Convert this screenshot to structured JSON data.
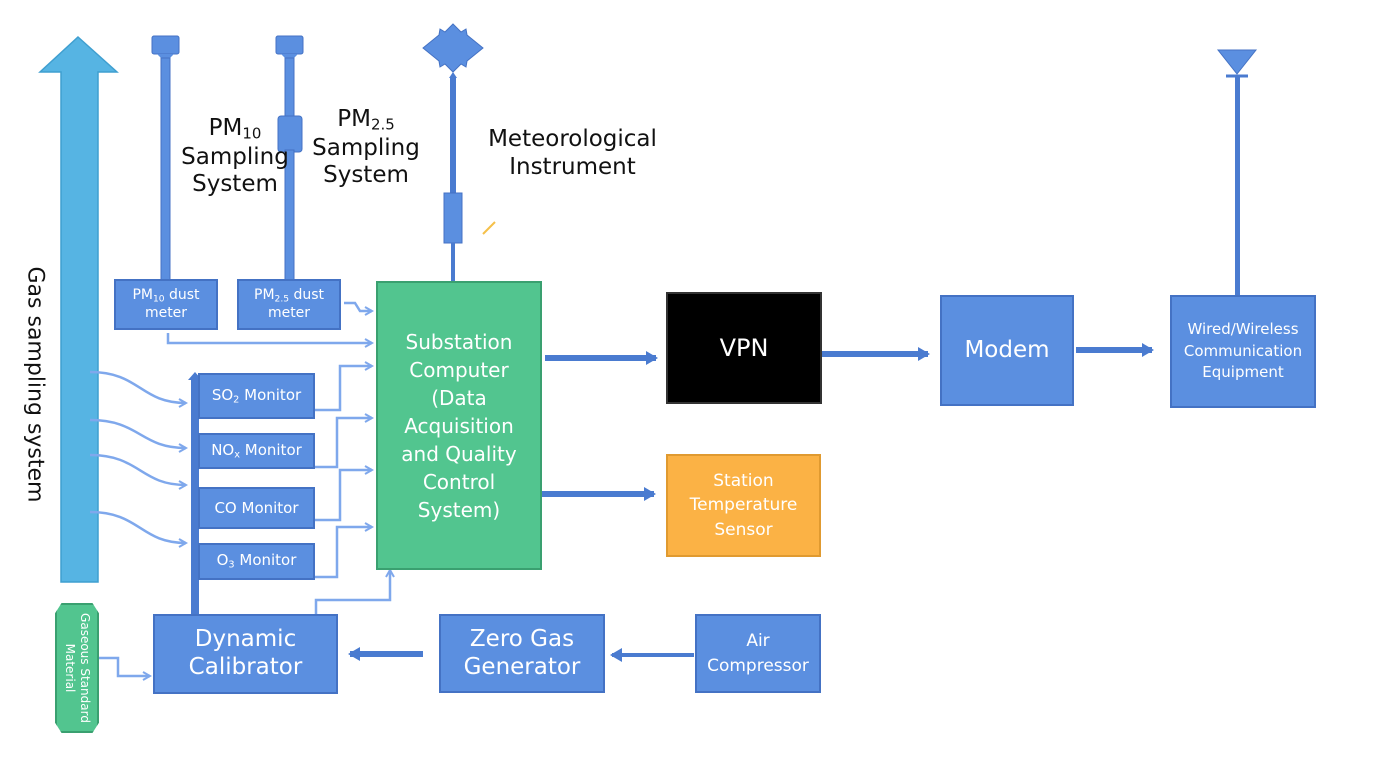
{
  "colors": {
    "block_blue": "#5b8fe0",
    "block_border": "#4472c4",
    "computer_green": "#52c58f",
    "vpn_black": "#000000",
    "sensor_orange": "#fbb245",
    "gas_arrow": "#56b4e3",
    "connector_light": "#7fa8ec",
    "connector_dark": "#4a7bd0"
  },
  "labels": {
    "gas_sampling_system": "Gas sampling system",
    "pm10_sampling": {
      "prefix": "PM",
      "sub": "10",
      "line2": "Sampling",
      "line3": "System"
    },
    "pm25_sampling": {
      "prefix": "PM",
      "sub": "2.5",
      "line2": "Sampling",
      "line3": "System"
    },
    "meteorological": {
      "line1": "Meteorological",
      "line2": "Instrument"
    }
  },
  "blocks": {
    "pm10_meter": {
      "prefix": "PM",
      "sub": "10",
      "suffix": " dust",
      "line2": "meter"
    },
    "pm25_meter": {
      "prefix": "PM",
      "sub": "2.5",
      "suffix": " dust",
      "line2": "meter"
    },
    "so2": {
      "prefix": "SO",
      "sub": "2",
      "suffix": " Monitor"
    },
    "nox": {
      "prefix": "NO",
      "sub": "x",
      "suffix": " Monitor"
    },
    "co": {
      "text": "CO Monitor"
    },
    "o3": {
      "prefix": "O",
      "sub": "3",
      "suffix": " Monitor"
    },
    "substation": [
      "Substation",
      "Computer",
      "(Data",
      "Acquisition",
      "and Quality",
      "Control",
      "System)"
    ],
    "vpn": "VPN",
    "modem": "Modem",
    "comm": [
      "Wired/Wireless",
      "Communication",
      "Equipment"
    ],
    "temp_sensor": [
      "Station",
      "Temperature",
      "Sensor"
    ],
    "dynamic_calibrator": [
      "Dynamic",
      "Calibrator"
    ],
    "zero_gas": [
      "Zero Gas",
      "Generator"
    ],
    "air_compressor": [
      "Air",
      "Compressor"
    ],
    "gaseous_standard": [
      "Gaseous Standard",
      "Material"
    ]
  }
}
